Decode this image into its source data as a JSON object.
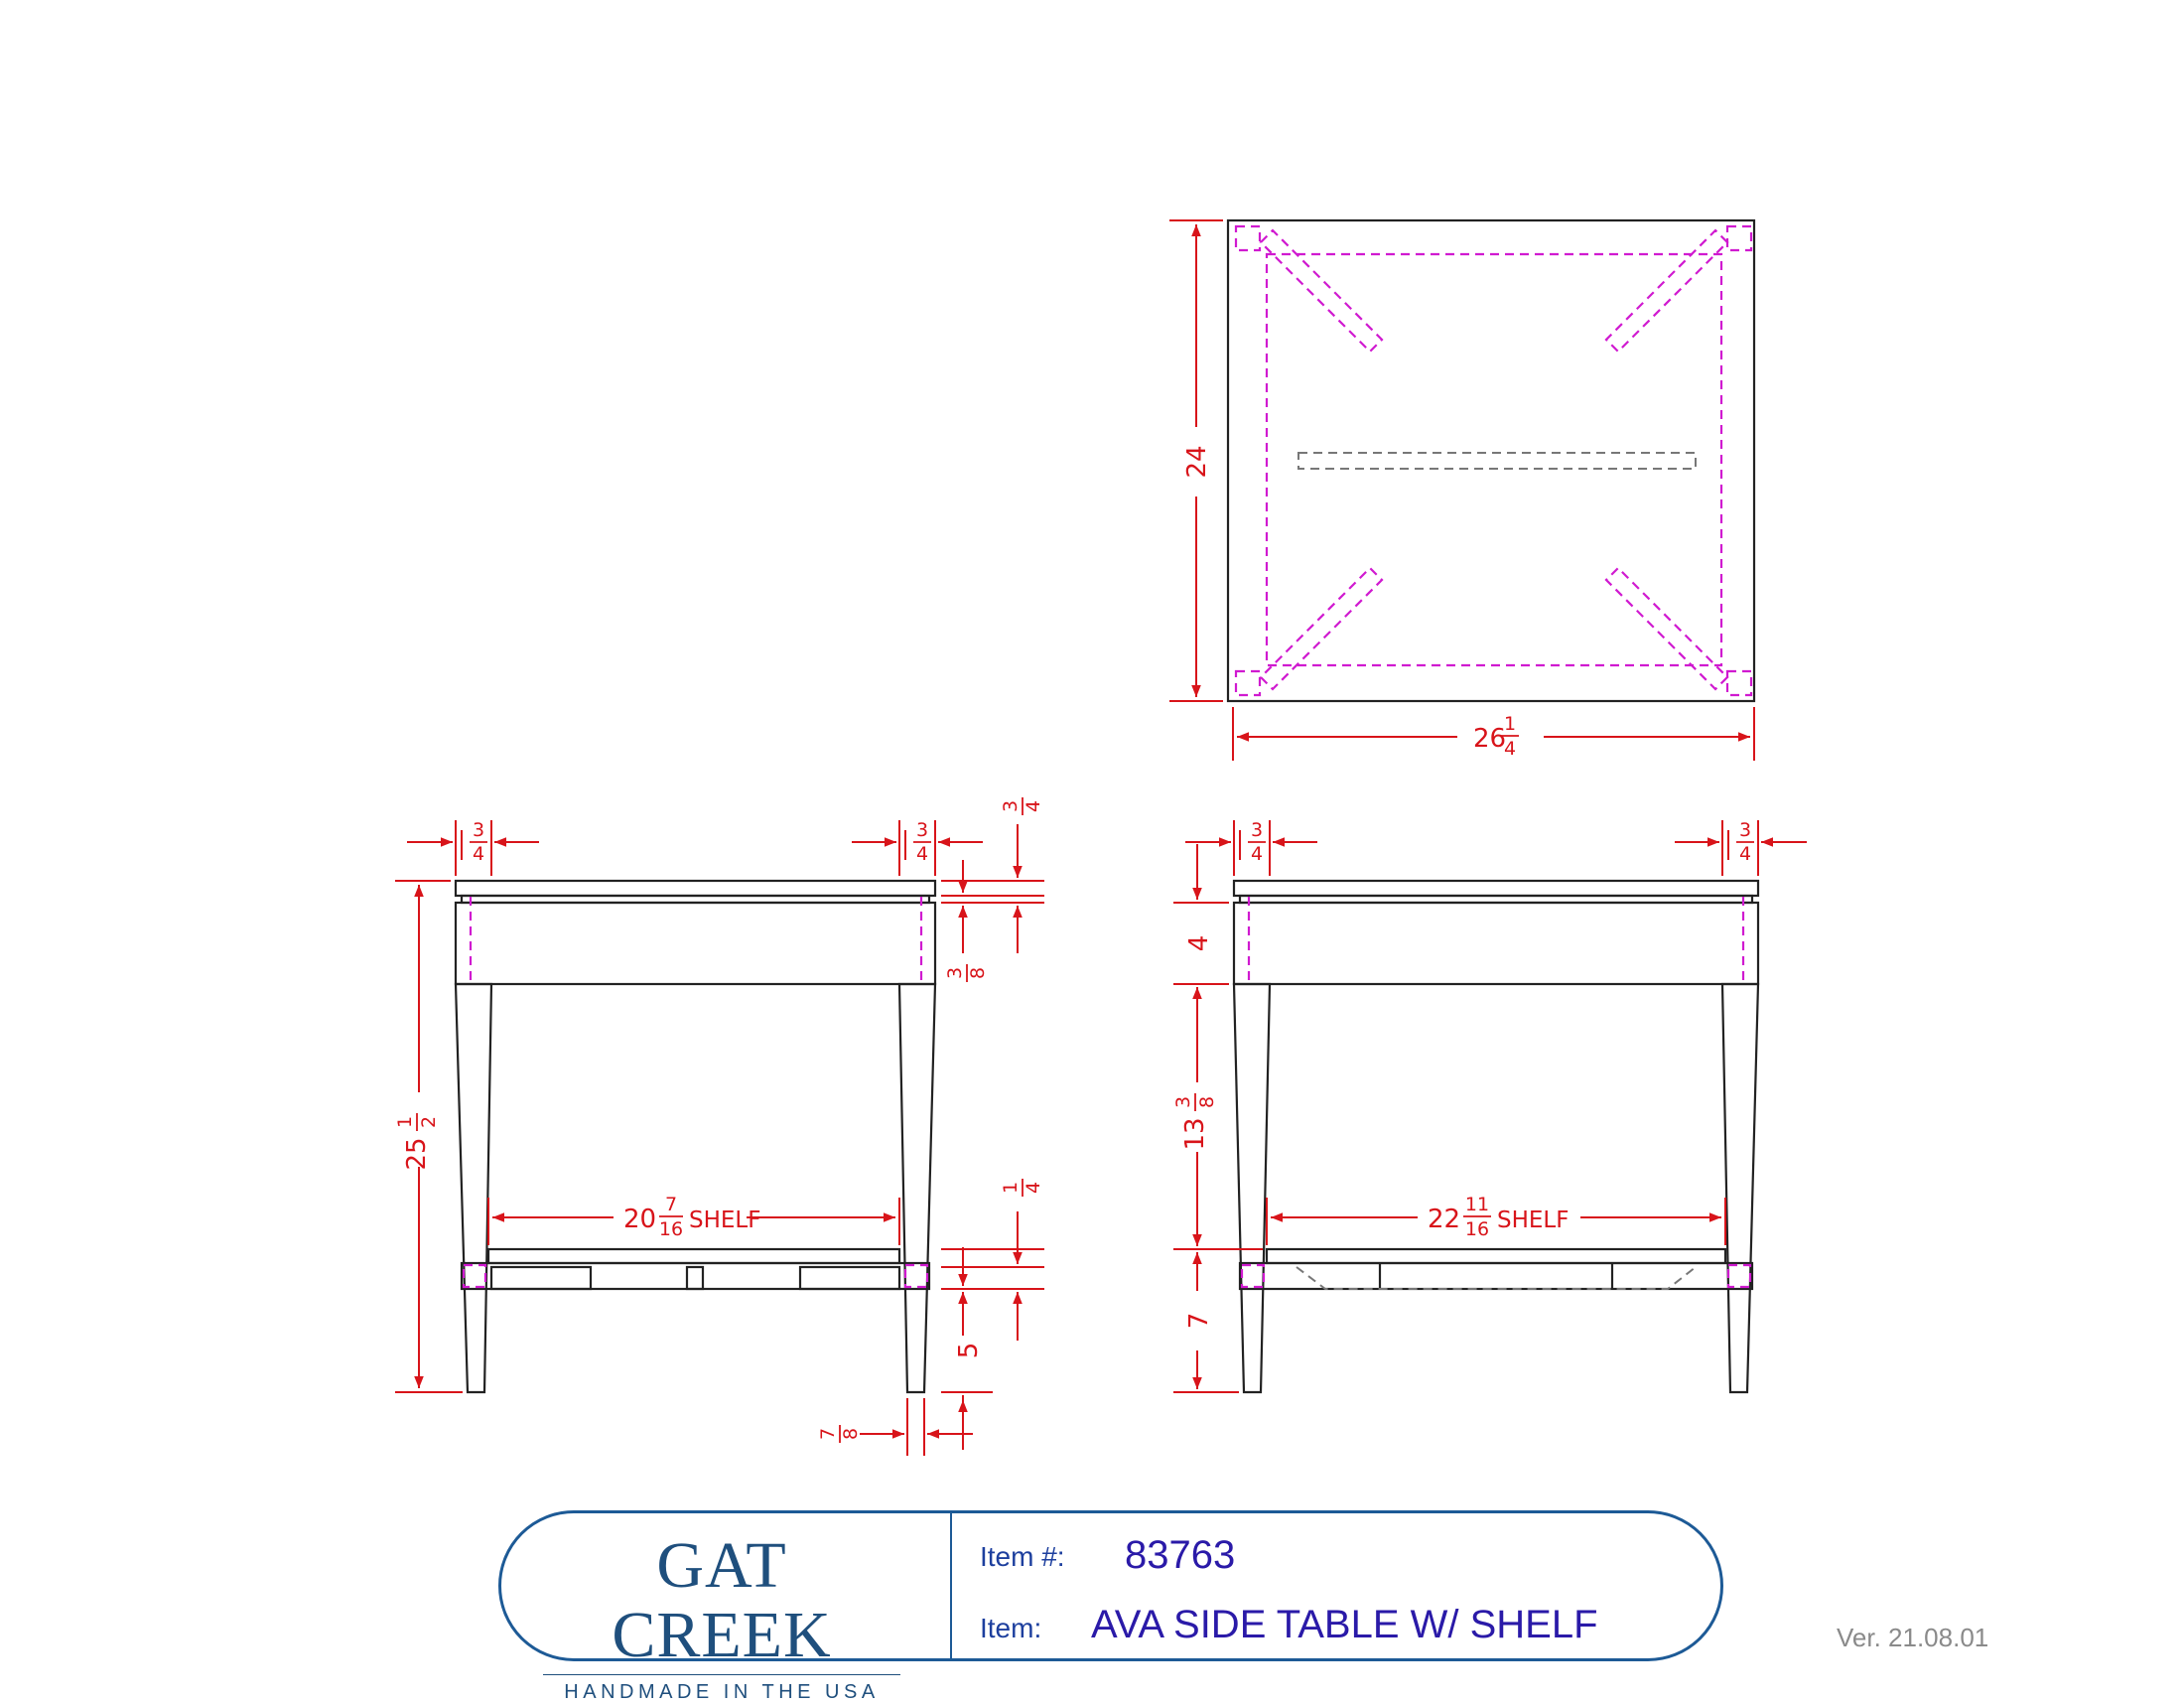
{
  "plan_view": {
    "depth_label": "24",
    "width_whole": "26",
    "width_num": "1",
    "width_den": "4"
  },
  "front_view": {
    "overhang_left": {
      "whole": "",
      "num": "3",
      "den": "4"
    },
    "overhang_right": {
      "whole": "",
      "num": "3",
      "den": "4"
    },
    "top_thickness": {
      "num": "3",
      "den": "4"
    },
    "reveal": {
      "num": "3",
      "den": "8"
    },
    "height": {
      "whole": "25",
      "num": "1",
      "den": "2"
    },
    "shelf": {
      "whole": "20",
      "num": "7",
      "den": "16",
      "suffix": "SHELF"
    },
    "shelf_thickness": {
      "num": "1",
      "den": "4"
    },
    "shelf_height": "5",
    "foot": {
      "num": "7",
      "den": "8"
    }
  },
  "side_view": {
    "overhang_left": {
      "num": "3",
      "den": "4"
    },
    "overhang_right": {
      "num": "3",
      "den": "4"
    },
    "apron": "4",
    "opening": {
      "whole": "13",
      "num": "3",
      "den": "8"
    },
    "shelf": {
      "whole": "22",
      "num": "11",
      "den": "16",
      "suffix": "SHELF"
    },
    "shelf_height": "7"
  },
  "title_block": {
    "brand": "GAT CREEK",
    "tagline": "HANDMADE IN THE USA",
    "item_no_label": "Item #:",
    "item_no": "83763",
    "item_label": "Item:",
    "item_name": "AVA SIDE TABLE W/ SHELF"
  },
  "version": "Ver. 21.08.01"
}
